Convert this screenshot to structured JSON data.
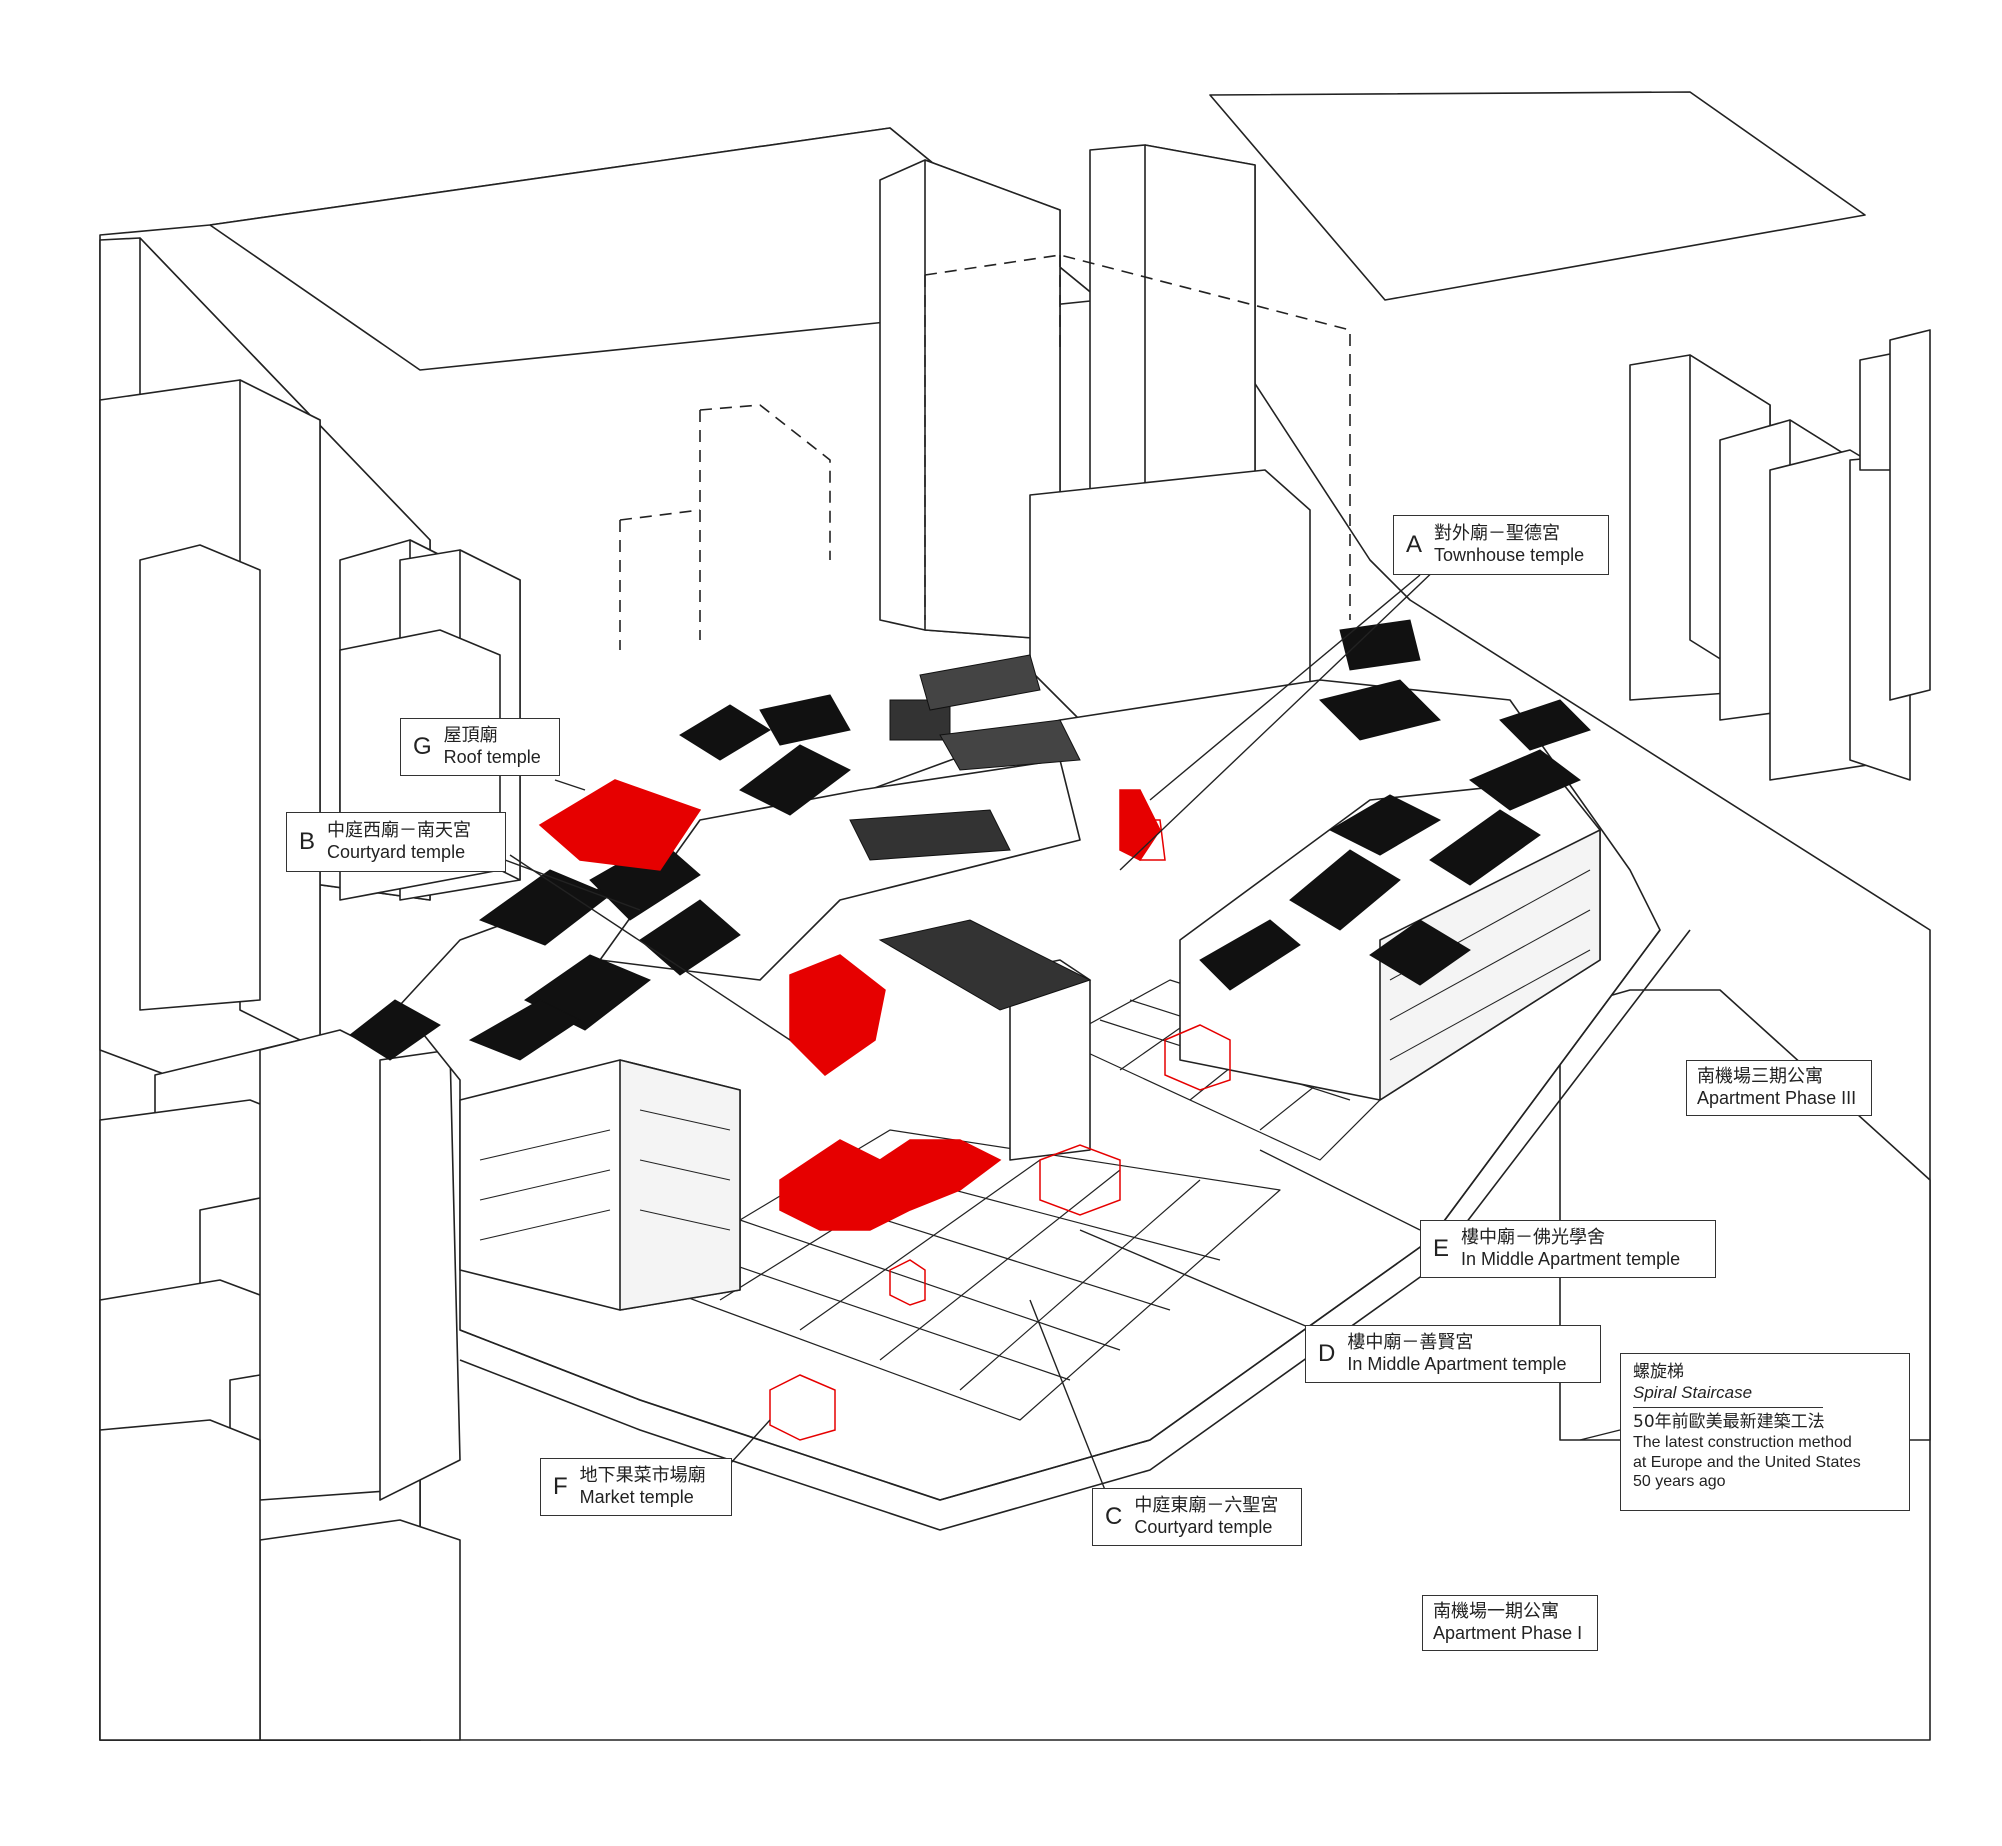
{
  "colors": {
    "line": "#222222",
    "temple_red": "#e60000",
    "roof_black": "#111111",
    "background": "#ffffff"
  },
  "callouts": {
    "A": {
      "letter": "A",
      "zh": "對外廟－聖德宮",
      "en": "Townhouse temple"
    },
    "G": {
      "letter": "G",
      "zh": "屋頂廟",
      "en": "Roof temple"
    },
    "B": {
      "letter": "B",
      "zh": "中庭西廟－南天宮",
      "en": "Courtyard temple"
    },
    "E": {
      "letter": "E",
      "zh": "樓中廟－佛光學舍",
      "en": "In Middle Apartment  temple"
    },
    "D": {
      "letter": "D",
      "zh": "樓中廟－善賢宮",
      "en": "In Middle Apartment  temple"
    },
    "F": {
      "letter": "F",
      "zh": "地下果菜市場廟",
      "en": "Market temple"
    },
    "C": {
      "letter": "C",
      "zh": "中庭東廟－六聖宮",
      "en": "Courtyard temple"
    }
  },
  "labels": {
    "phase3": {
      "zh": "南機場三期公寓",
      "en": "Apartment Phase III"
    },
    "phase1": {
      "zh": "南機場一期公寓",
      "en": "Apartment Phase I"
    }
  },
  "staircase_note": {
    "title_zh": "螺旋梯",
    "title_en": "Spiral Staircase",
    "body_zh": "50年前歐美最新建築工法",
    "body_en_1": "The latest construction method",
    "body_en_2": "at Europe and the United States",
    "body_en_3": "50 years ago"
  }
}
